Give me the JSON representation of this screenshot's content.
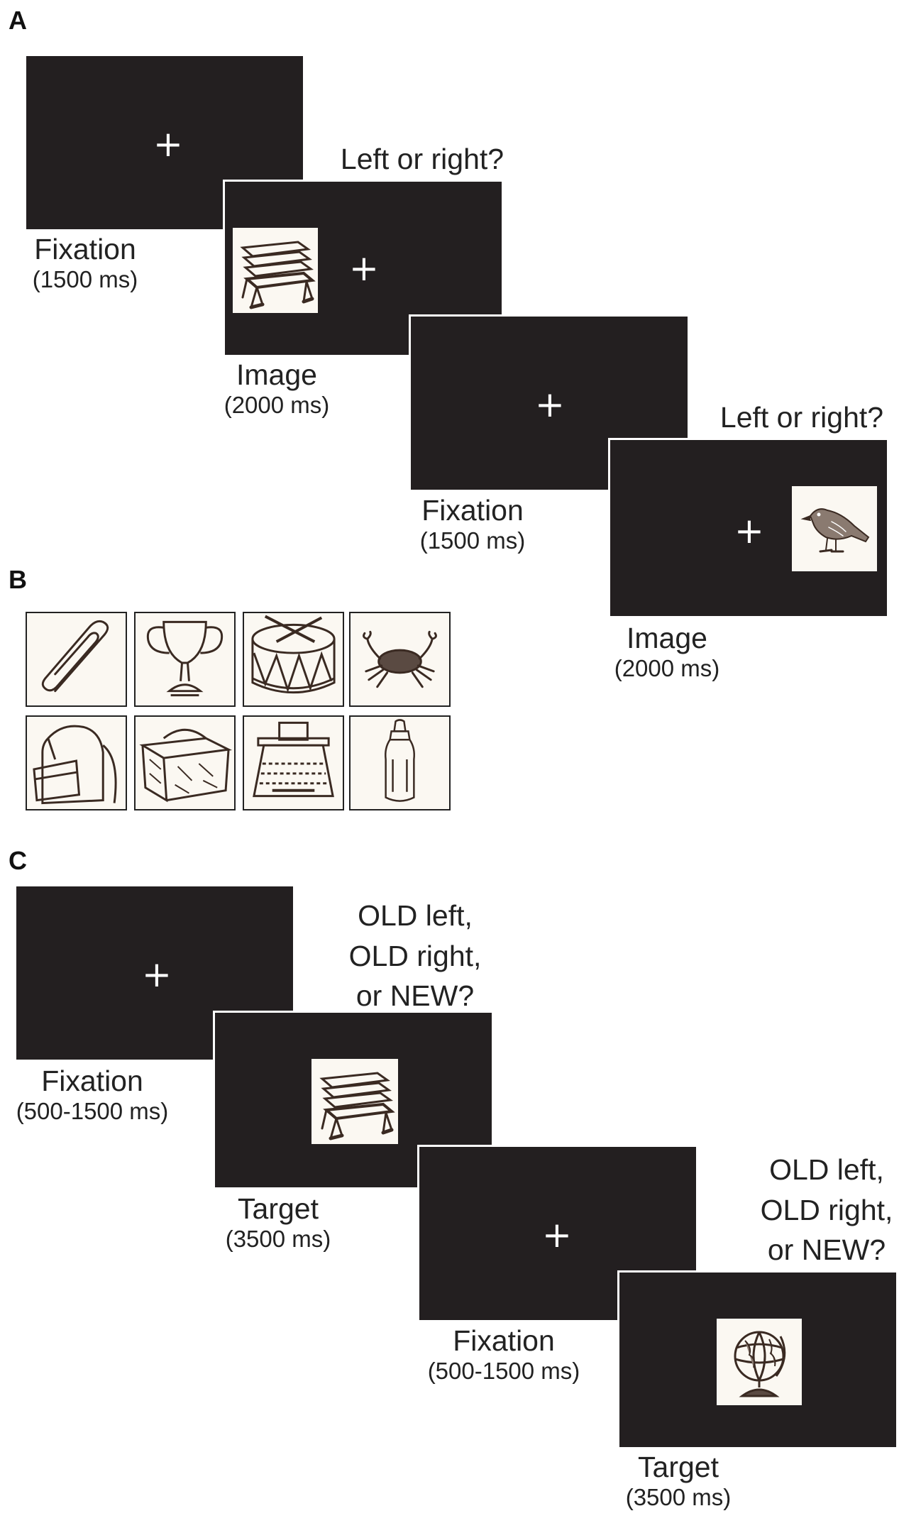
{
  "panel_a": {
    "letter": "A",
    "fixation_1": {
      "name": "Fixation",
      "duration": "(1500 ms)",
      "cross": "+"
    },
    "image_1": {
      "name": "Image",
      "duration": "(2000 ms)",
      "cross": "+",
      "question": "Left or right?",
      "object": "bench-icon"
    },
    "fixation_2": {
      "name": "Fixation",
      "duration": "(1500 ms)",
      "cross": "+"
    },
    "image_2": {
      "name": "Image",
      "duration": "(2000 ms)",
      "cross": "+",
      "question": "Left or right?",
      "object": "bird-icon"
    }
  },
  "panel_b": {
    "letter": "B",
    "objects": [
      "paperclip-icon",
      "trophy-icon",
      "drum-icon",
      "crab-icon",
      "backpack-icon",
      "basket-icon",
      "typewriter-icon",
      "baby-bottle-icon"
    ]
  },
  "panel_c": {
    "letter": "C",
    "fixation_1": {
      "name": "Fixation",
      "duration": "(500-1500 ms)",
      "cross": "+"
    },
    "target_1": {
      "name": "Target",
      "duration": "(3500 ms)",
      "object": "bench-icon",
      "question": [
        "OLD left,",
        "OLD right,",
        "or NEW?"
      ]
    },
    "fixation_2": {
      "name": "Fixation",
      "duration": "(500-1500 ms)",
      "cross": "+"
    },
    "target_2": {
      "name": "Target",
      "duration": "(3500 ms)",
      "object": "globe-icon",
      "question": [
        "OLD left,",
        "OLD right,",
        "or NEW?"
      ]
    }
  },
  "colors": {
    "screen": "#231f20",
    "stimulus_bg": "#fbf8f2",
    "ink": "#3a2a22"
  }
}
